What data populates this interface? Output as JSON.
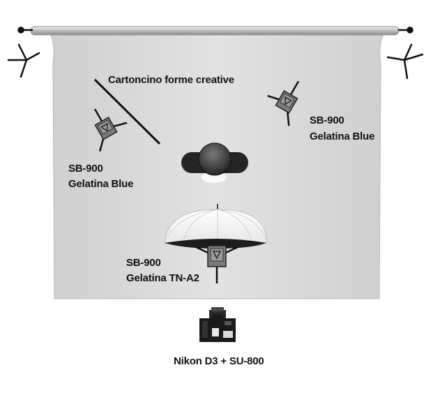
{
  "labels": {
    "flag": "Cartoncino forme creative",
    "flash_left_model": "SB-900",
    "flash_left_gel": "Gelatina Blue",
    "flash_right_model": "SB-900",
    "flash_right_gel": "Gelatina Blue",
    "flash_umbrella_model": "SB-900",
    "flash_umbrella_gel": "Gelatina TN-A2",
    "camera": "Nikon D3 + SU-800"
  },
  "colors": {
    "backdrop": "#dcdcdc",
    "backdrop_edge": "#bdbdbd",
    "subject": "#2b2b2b",
    "flash_body": "#707070",
    "ink": "#111111"
  }
}
